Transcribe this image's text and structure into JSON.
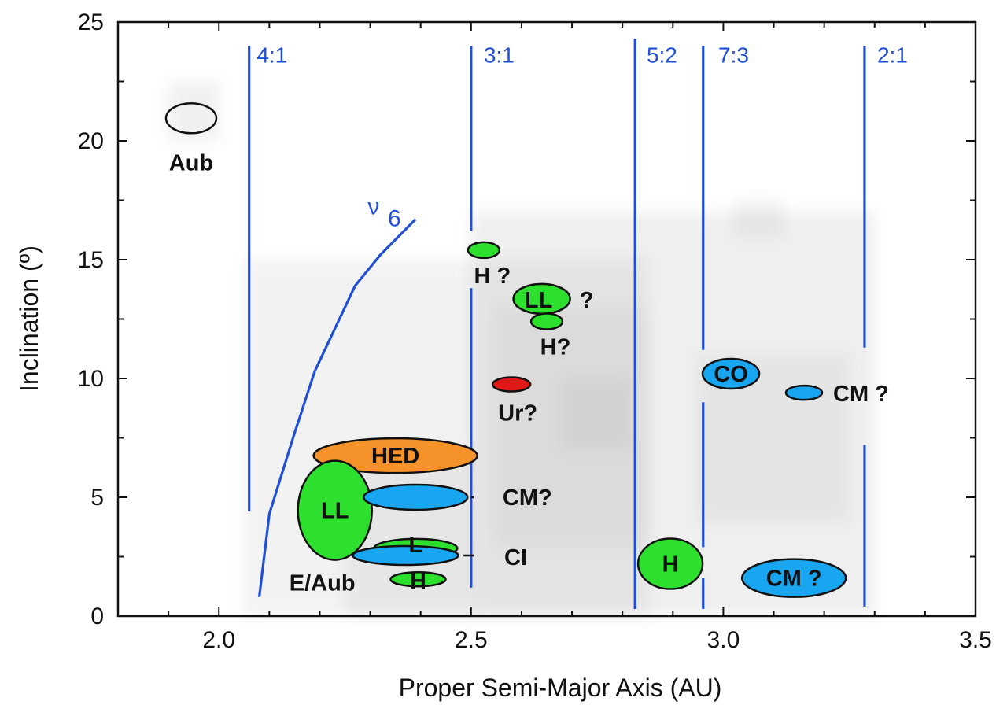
{
  "chart_data": {
    "type": "scatter",
    "title": "",
    "xlabel": "Proper Semi-Major Axis (AU)",
    "ylabel": "Inclination (º)",
    "xlim": [
      1.8,
      3.5
    ],
    "ylim": [
      0,
      25
    ],
    "x_ticks": [
      "2.0",
      "2.5",
      "3.0",
      "3.5"
    ],
    "y_ticks": [
      "0",
      "5",
      "10",
      "15",
      "20",
      "25"
    ],
    "grid": false,
    "resonances": [
      {
        "label": "4:1",
        "a": 2.06,
        "segments": [
          [
            4.4,
            24.0
          ]
        ]
      },
      {
        "label": "3:1",
        "a": 2.5,
        "segments": [
          [
            16.2,
            24.0
          ],
          [
            1.2,
            13.8
          ]
        ]
      },
      {
        "label": "5:2",
        "a": 2.825,
        "segments": [
          [
            0.3,
            24.3
          ]
        ]
      },
      {
        "label": "7:3",
        "a": 2.96,
        "segments": [
          [
            11.2,
            24.0
          ],
          [
            9.0,
            2.9
          ],
          [
            0.3,
            1.6
          ]
        ]
      },
      {
        "label": "2:1",
        "a": 3.28,
        "segments": [
          [
            11.3,
            24.0
          ],
          [
            0.4,
            7.2
          ]
        ]
      }
    ],
    "secular_resonance": {
      "label": "ν",
      "subscript": "6",
      "points": [
        [
          2.08,
          0.8
        ],
        [
          2.1,
          4.3
        ],
        [
          2.15,
          7.7
        ],
        [
          2.19,
          10.3
        ],
        [
          2.23,
          12.1
        ],
        [
          2.27,
          13.9
        ],
        [
          2.32,
          15.2
        ],
        [
          2.39,
          16.7
        ]
      ]
    },
    "regions": [
      {
        "label": "Aub",
        "a": 1.945,
        "i": 20.95,
        "fill": "none"
      },
      {
        "label": "HED",
        "a": 2.35,
        "i": 6.75,
        "fill": "#f5922a"
      },
      {
        "label": "LL",
        "a": 2.23,
        "i": 4.45,
        "fill": "#2ee02e"
      },
      {
        "label": "CM?",
        "a": 2.39,
        "i": 5.0,
        "fill": "#18a6f0"
      },
      {
        "label": "L",
        "a": 2.39,
        "i": 2.85,
        "fill": "#2ee02e"
      },
      {
        "label": "CI",
        "a": 2.37,
        "i": 2.55,
        "fill": "#18a6f0"
      },
      {
        "label": "H",
        "a": 2.395,
        "i": 1.55,
        "fill": "#2ee02e"
      },
      {
        "label": "E/Aub",
        "a": 2.205,
        "i": 1.4,
        "fill": "none"
      },
      {
        "label": "H ?",
        "a": 2.525,
        "i": 15.4,
        "fill": "#2ee02e"
      },
      {
        "label": "LL ?",
        "a": 2.64,
        "i": 13.35,
        "fill": "#2ee02e"
      },
      {
        "label": "H?",
        "a": 2.65,
        "i": 12.4,
        "fill": "#2ee02e"
      },
      {
        "label": "Ur?",
        "a": 2.58,
        "i": 9.75,
        "fill": "#e01818"
      },
      {
        "label": "H",
        "a": 2.895,
        "i": 2.2,
        "fill": "#2ee02e"
      },
      {
        "label": "CO",
        "a": 3.015,
        "i": 10.2,
        "fill": "#18a6f0"
      },
      {
        "label": "CM ?",
        "a": 3.16,
        "i": 9.4,
        "fill": "#18a6f0"
      },
      {
        "label": "CM ?",
        "a": 3.14,
        "i": 1.6,
        "fill": "#18a6f0"
      }
    ]
  }
}
